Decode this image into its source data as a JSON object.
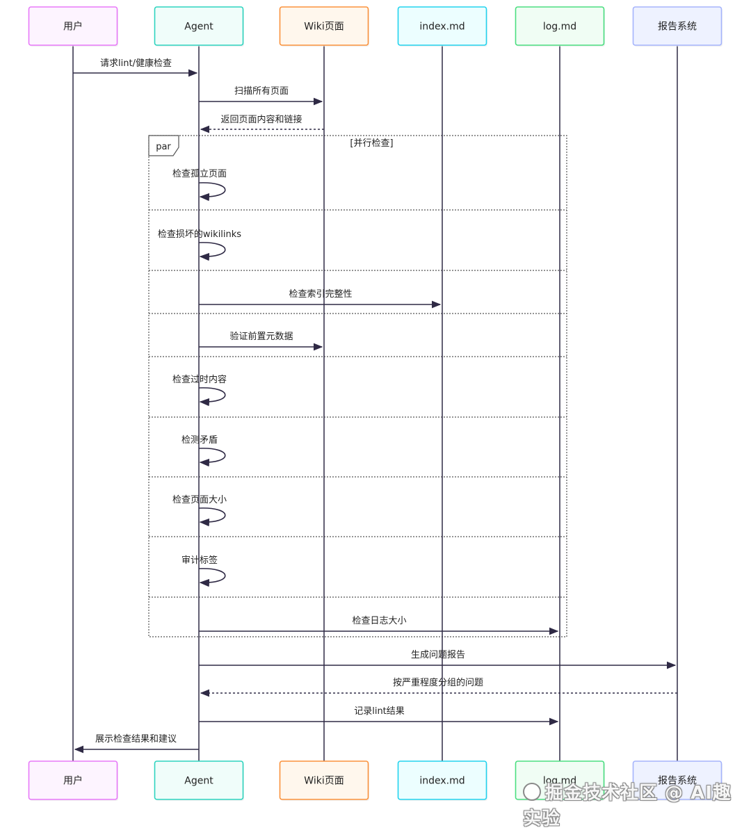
{
  "participants": [
    {
      "id": "user",
      "label": "用户",
      "stroke": "#e879f9",
      "fill": "#fdf4ff"
    },
    {
      "id": "agent",
      "label": "Agent",
      "stroke": "#2dd4bf",
      "fill": "#f0fdfa"
    },
    {
      "id": "wiki",
      "label": "Wiki页面",
      "stroke": "#fb923c",
      "fill": "#fff7ed"
    },
    {
      "id": "index",
      "label": "index.md",
      "stroke": "#22d3ee",
      "fill": "#ecfeff"
    },
    {
      "id": "log",
      "label": "log.md",
      "stroke": "#4ade80",
      "fill": "#f0fdf4"
    },
    {
      "id": "report",
      "label": "报告系统",
      "stroke": "#a5b4fc",
      "fill": "#eef2ff"
    }
  ],
  "messages": [
    {
      "from": "user",
      "to": "agent",
      "label": "请求lint/健康检查",
      "style": "solid"
    },
    {
      "from": "agent",
      "to": "wiki",
      "label": "扫描所有页面",
      "style": "solid"
    },
    {
      "from": "wiki",
      "to": "agent",
      "label": "返回页面内容和链接",
      "style": "dashed"
    },
    {
      "from": "agent",
      "to": "agent",
      "label": "检查孤立页面",
      "style": "self"
    },
    {
      "from": "agent",
      "to": "agent",
      "label": "检查损坏的wikilinks",
      "style": "self"
    },
    {
      "from": "agent",
      "to": "index",
      "label": "检查索引完整性",
      "style": "solid"
    },
    {
      "from": "agent",
      "to": "wiki",
      "label": "验证前置元数据",
      "style": "solid"
    },
    {
      "from": "agent",
      "to": "agent",
      "label": "检查过时内容",
      "style": "self"
    },
    {
      "from": "agent",
      "to": "agent",
      "label": "检测矛盾",
      "style": "self"
    },
    {
      "from": "agent",
      "to": "agent",
      "label": "检查页面大小",
      "style": "self"
    },
    {
      "from": "agent",
      "to": "agent",
      "label": "审计标签",
      "style": "self"
    },
    {
      "from": "agent",
      "to": "log",
      "label": "检查日志大小",
      "style": "solid"
    },
    {
      "from": "agent",
      "to": "report",
      "label": "生成问题报告",
      "style": "solid"
    },
    {
      "from": "report",
      "to": "agent",
      "label": "按严重程度分组的问题",
      "style": "dashed"
    },
    {
      "from": "agent",
      "to": "log",
      "label": "记录lint结果",
      "style": "solid"
    },
    {
      "from": "agent",
      "to": "user",
      "label": "展示检查结果和建议",
      "style": "solid"
    }
  ],
  "par_block": {
    "tag": "par",
    "title": "[并行检查]",
    "first_message": 3,
    "last_message": 11
  },
  "colors": {
    "line": "#2f2a45",
    "frame": "#555555"
  },
  "watermark": {
    "text": "掘金技术社区 @ AI趣实验"
  }
}
